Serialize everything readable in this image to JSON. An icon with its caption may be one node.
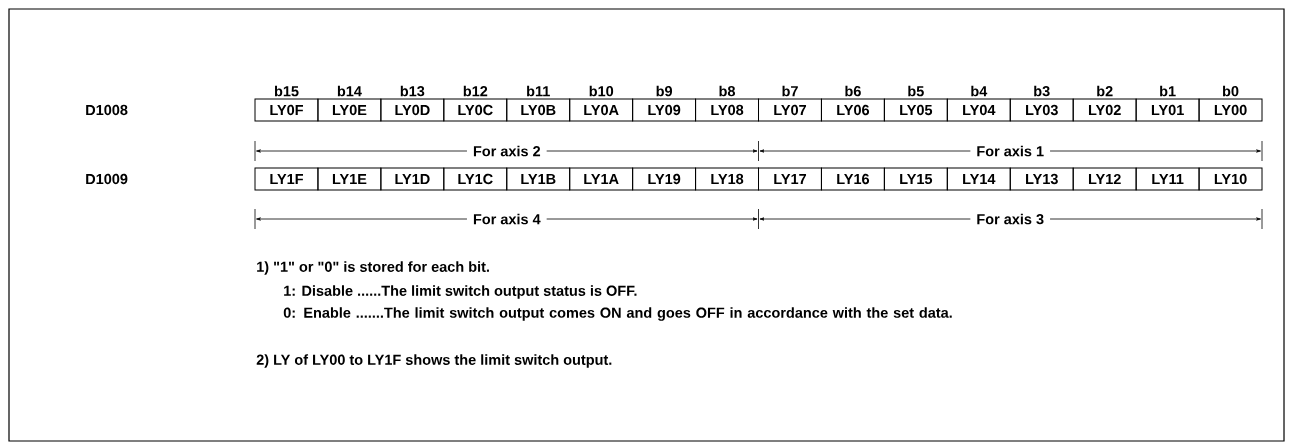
{
  "diagram": {
    "labels": [
      "b15",
      "b14",
      "b13",
      "b12",
      "b11",
      "b10",
      "b9",
      "b8",
      "b7",
      "b6",
      "b5",
      "b4",
      "b3",
      "b2",
      "b1",
      "b0",
      "D1008",
      "LY0F",
      "LY0E",
      "LY0D",
      "LY0C",
      "LY0B",
      "LY0A",
      "LY09",
      "LY08",
      "LY07",
      "LY06",
      "LY05",
      "LY04",
      "LY03",
      "LY02",
      "LY01",
      "LY00",
      "For axis 2",
      "For axis 1",
      "D1009",
      "LY1F",
      "LY1E",
      "LY1D",
      "LY1C",
      "LY1B",
      "LY1A",
      "LY19",
      "LY18",
      "LY17",
      "LY16",
      "LY15",
      "LY14",
      "LY13",
      "LY12",
      "LY11",
      "LY10",
      "For axis 4",
      "For axis 3",
      "1) \"1\" or \"0\" is stored for each bit.",
      "1: Disable ......The limit switch output status is OFF.",
      "0: Enable .......The limit switch output comes ON and goes OFF in accordance with the set data.",
      "2) LY of LY00 to LY1F shows the limit switch output."
    ]
  }
}
